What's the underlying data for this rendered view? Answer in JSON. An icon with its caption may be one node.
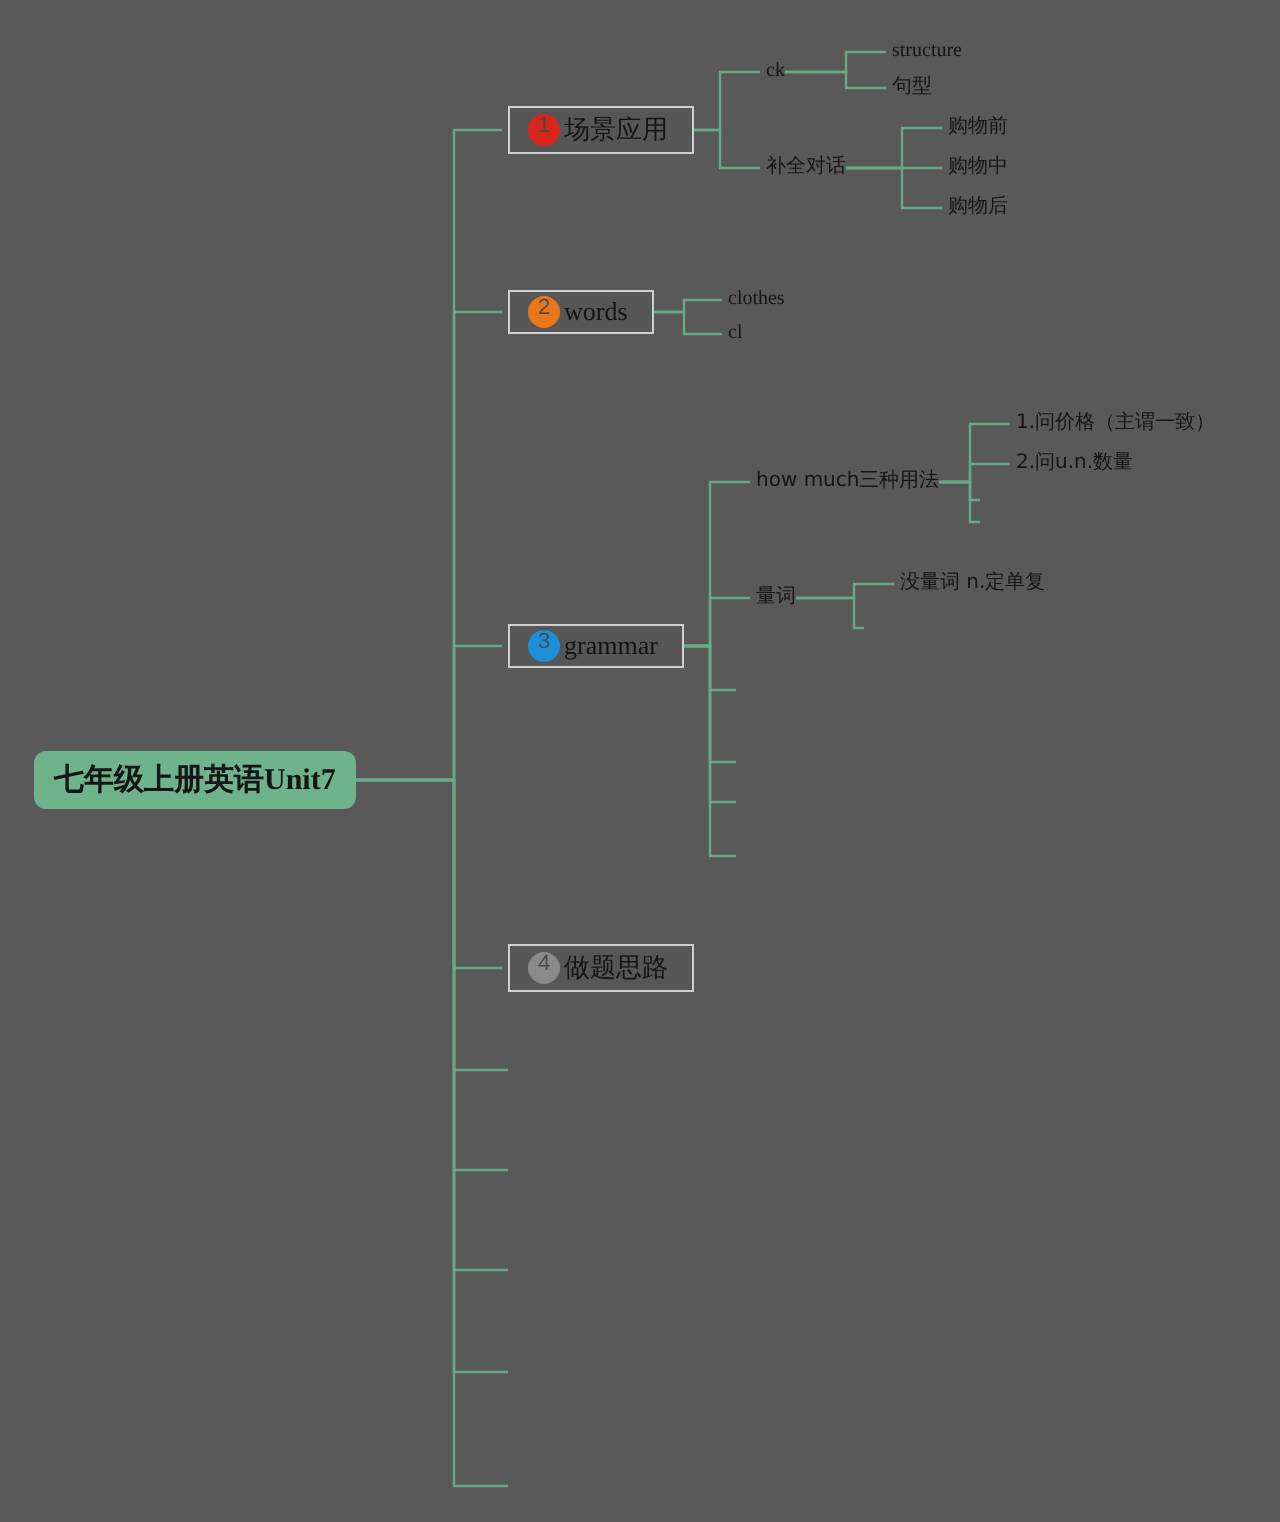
{
  "diagram": {
    "nodes": [
      {
        "text": [
          "七年级上册英语Unit7"
        ]
      },
      {
        "text": [
          "1",
          "场景应用"
        ]
      },
      {
        "text": [
          "ck"
        ]
      },
      {
        "text": [
          "structure"
        ]
      },
      {
        "text": [
          "句型"
        ]
      },
      {
        "text": [
          "补全对话"
        ]
      },
      {
        "text": [
          "购物前"
        ]
      },
      {
        "text": [
          "购物中"
        ]
      },
      {
        "text": [
          "购物后"
        ]
      },
      {
        "text": [
          "2",
          "words"
        ]
      },
      {
        "text": [
          "clothes"
        ]
      },
      {
        "text": [
          "cl"
        ]
      },
      {
        "text": [
          "3",
          "grammar"
        ]
      },
      {
        "text": [
          "how much三种用法"
        ]
      },
      {
        "text": [
          "1.问价格（主谓一致）"
        ]
      },
      {
        "text": [
          "2.问u.n.数量"
        ]
      },
      {
        "text": [
          "量词"
        ]
      },
      {
        "text": [
          "没量词 n.定单复"
        ]
      },
      {
        "text": [
          "4",
          "做题思路"
        ]
      }
    ],
    "edges": [
      {
        "from": 0,
        "to": 1,
        "arrow": "none"
      },
      {
        "from": 1,
        "to": 2,
        "arrow": "none"
      },
      {
        "from": 2,
        "to": 3,
        "arrow": "none"
      },
      {
        "from": 2,
        "to": 4,
        "arrow": "none"
      },
      {
        "from": 1,
        "to": 5,
        "arrow": "none"
      },
      {
        "from": 5,
        "to": 6,
        "arrow": "none"
      },
      {
        "from": 5,
        "to": 7,
        "arrow": "none"
      },
      {
        "from": 5,
        "to": 8,
        "arrow": "none"
      },
      {
        "from": 0,
        "to": 9,
        "arrow": "none"
      },
      {
        "from": 9,
        "to": 10,
        "arrow": "none"
      },
      {
        "from": 9,
        "to": 11,
        "arrow": "none"
      },
      {
        "from": 0,
        "to": 12,
        "arrow": "none"
      },
      {
        "from": 12,
        "to": 13,
        "arrow": "none"
      },
      {
        "from": 13,
        "to": 14,
        "arrow": "none"
      },
      {
        "from": 13,
        "to": 15,
        "arrow": "none"
      },
      {
        "from": 13,
        "to": null,
        "arrow": "none"
      },
      {
        "from": 13,
        "to": null,
        "arrow": "none"
      },
      {
        "from": 12,
        "to": 16,
        "arrow": "none"
      },
      {
        "from": 16,
        "to": 17,
        "arrow": "none"
      },
      {
        "from": 16,
        "to": null,
        "arrow": "none"
      },
      {
        "from": 12,
        "to": null,
        "arrow": "none"
      },
      {
        "from": 12,
        "to": null,
        "arrow": "none"
      },
      {
        "from": 12,
        "to": null,
        "arrow": "none"
      },
      {
        "from": 12,
        "to": null,
        "arrow": "none"
      },
      {
        "from": 0,
        "to": 18,
        "arrow": "none"
      },
      {
        "from": 0,
        "to": null,
        "arrow": "none"
      },
      {
        "from": 0,
        "to": null,
        "arrow": "none"
      },
      {
        "from": 0,
        "to": null,
        "arrow": "none"
      },
      {
        "from": 0,
        "to": null,
        "arrow": "none"
      },
      {
        "from": 0,
        "to": null,
        "arrow": "none"
      }
    ]
  }
}
